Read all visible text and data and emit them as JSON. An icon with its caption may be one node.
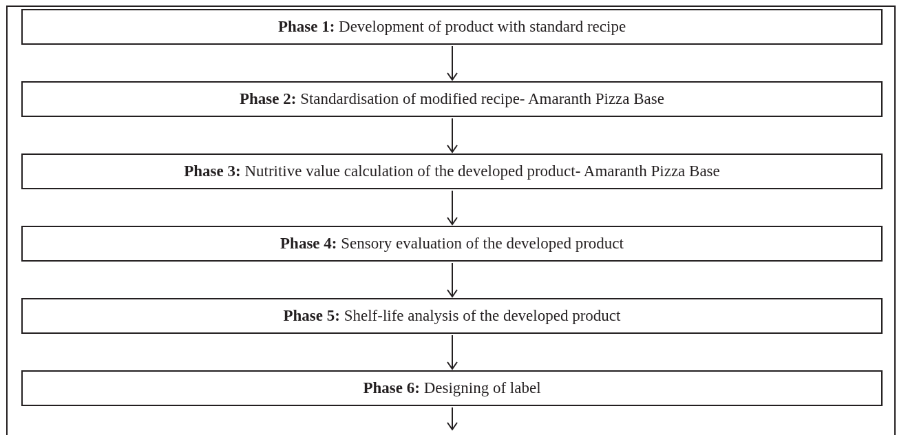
{
  "diagram": {
    "nodes": [
      {
        "text": [
          "**Phase 1:** Development of product with standard recipe"
        ]
      },
      {
        "text": [
          "**Phase 2:** Standardisation of modified recipe- Amaranth Pizza Base"
        ]
      },
      {
        "text": [
          "**Phase 3:** Nutritive value calculation of the developed product- Amaranth Pizza Base"
        ]
      },
      {
        "text": [
          "**Phase 4:** Sensory evaluation of the developed product"
        ]
      },
      {
        "text": [
          "**Phase 5:** Shelf-life analysis of the developed product"
        ]
      },
      {
        "text": [
          "**Phase 6:** Designing of label"
        ]
      }
    ],
    "edges": [
      {
        "from": 0,
        "to": 1,
        "arrow": "to"
      },
      {
        "from": 1,
        "to": 2,
        "arrow": "to"
      },
      {
        "from": 2,
        "to": 3,
        "arrow": "to"
      },
      {
        "from": 3,
        "to": 4,
        "arrow": "to"
      },
      {
        "from": 4,
        "to": 5,
        "arrow": "to"
      },
      {
        "from": 5,
        "to": null,
        "arrow": "to"
      }
    ]
  }
}
